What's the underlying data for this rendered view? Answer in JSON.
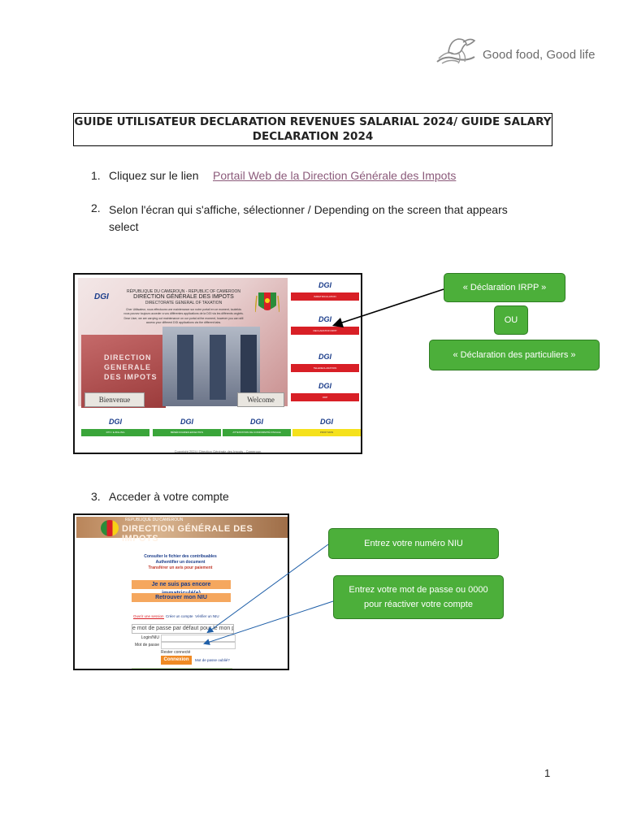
{
  "header": {
    "tagline": "Good food, Good life"
  },
  "title": {
    "line1": "GUIDE UTILISATEUR DECLARATION REVENUES SALARIAL 2024/ GUIDE SALARY",
    "line2": "DECLARATION 2024"
  },
  "steps": [
    {
      "num": "1.",
      "text": "Cliquez sur le lien",
      "link": "Portail Web de la Direction Générale des Impots"
    },
    {
      "num": "2.",
      "text": "Selon l'écran qui s'affiche, sélectionner / Depending on the screen that appears select"
    },
    {
      "num": "3.",
      "text": "Acceder à votre compte"
    }
  ],
  "screenshot1": {
    "logo": "DGI",
    "header_lines": [
      "RÉPUBLIQUE DU CAMEROUN - REPUBLIC OF CAMEROON",
      "DIRECTION GÉNÉRALE DES IMPOTS",
      "DIRECTORATE GENERAL OF TAXATION"
    ],
    "notice_fr": "Cher Utilisateur, nous effectuons une maintenance sur notre portail en ce moment, toutefois vous pouvez toujours acceder a vos différentes applications de la DGI via les différents onglets.",
    "notice_en": "Dear User, we are carrying out maintenance on our portal at the moment, however you can still access your different DGI applications via the different tabs.",
    "wall_text": [
      "DIRECTION",
      "GENERALE",
      "DES IMPOTS"
    ],
    "btn_fr": "Bienvenue",
    "btn_en": "Welcome",
    "side_items": [
      "IMMATRICULATION",
      "DECLARATION IRPP",
      "TELEDECLARATION",
      "ODP"
    ],
    "bottom_items": [
      "DTF / E-BILLING",
      "BÉNÉFICIAIRES EFFECTIFS",
      "ATTESTATION DE CONFORMITÉ FISCALE",
      "PROP MON"
    ],
    "copyright": "Copyright 2024 | Direction Générale des Impots - Cameroun"
  },
  "callouts": {
    "irpp": "« Déclaration IRPP »",
    "ou": "OU",
    "particuliers": "« Déclaration des particuliers »",
    "niu": "Entrez votre numéro NIU",
    "mdp": "Entrez votre mot de passe ou 0000 pour réactiver votre compte"
  },
  "screenshot2": {
    "banner_sub": "REPUBLIQUE DU CAMEROUN",
    "banner_title": "DIRECTION GÉNÉRALE DES IMPOTS",
    "links": [
      "Consulter le fichier des contribuables",
      "Authentifier un document",
      "Transférer un avis pour paiement"
    ],
    "btn_immat": "Je ne suis pas encore immatriculé(e)",
    "btn_niu": "Retrouver mon NIU",
    "tabs": [
      "Ouvrir une session",
      "Créer un compte",
      "Vérifier un NIU"
    ],
    "notice": "e mot de passe par défaut pour le mon profil",
    "login_label": "Login/NIU",
    "pwd_label": "Mot de passe",
    "check_label": "Rester connecté",
    "connect_btn": "Connexion",
    "forgot": "Mot de passe oublié?"
  },
  "page_number": "1",
  "colors": {
    "callout_green": "#4caf3a",
    "link_mauve": "#8b5a7a",
    "dgi_red": "#d81f26"
  }
}
